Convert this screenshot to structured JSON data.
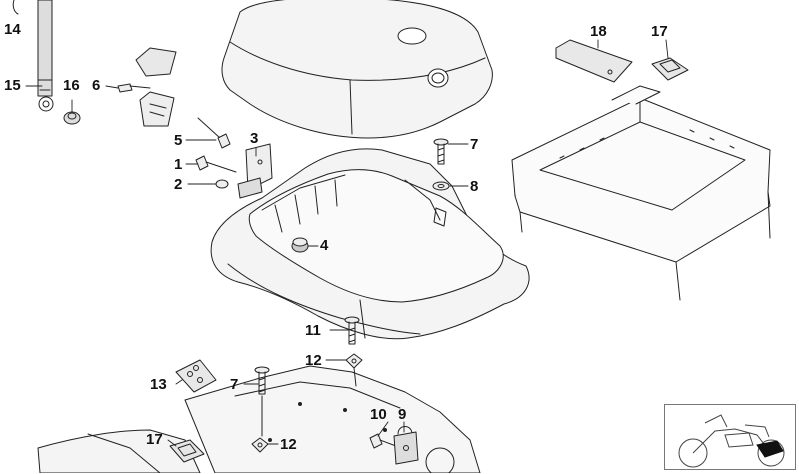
{
  "diagram": {
    "callouts": [
      {
        "id": "c14",
        "label": "14"
      },
      {
        "id": "c15",
        "label": "15"
      },
      {
        "id": "c16",
        "label": "16"
      },
      {
        "id": "c6",
        "label": "6"
      },
      {
        "id": "c5",
        "label": "5"
      },
      {
        "id": "c3",
        "label": "3"
      },
      {
        "id": "c1",
        "label": "1"
      },
      {
        "id": "c2",
        "label": "2"
      },
      {
        "id": "c4",
        "label": "4"
      },
      {
        "id": "c7a",
        "label": "7"
      },
      {
        "id": "c8",
        "label": "8"
      },
      {
        "id": "c18",
        "label": "18"
      },
      {
        "id": "c17a",
        "label": "17"
      },
      {
        "id": "c11",
        "label": "11"
      },
      {
        "id": "c12a",
        "label": "12"
      },
      {
        "id": "c13",
        "label": "13"
      },
      {
        "id": "c7b",
        "label": "7"
      },
      {
        "id": "c12b",
        "label": "12"
      },
      {
        "id": "c10",
        "label": "10"
      },
      {
        "id": "c9",
        "label": "9"
      },
      {
        "id": "c17b",
        "label": "17"
      }
    ]
  }
}
